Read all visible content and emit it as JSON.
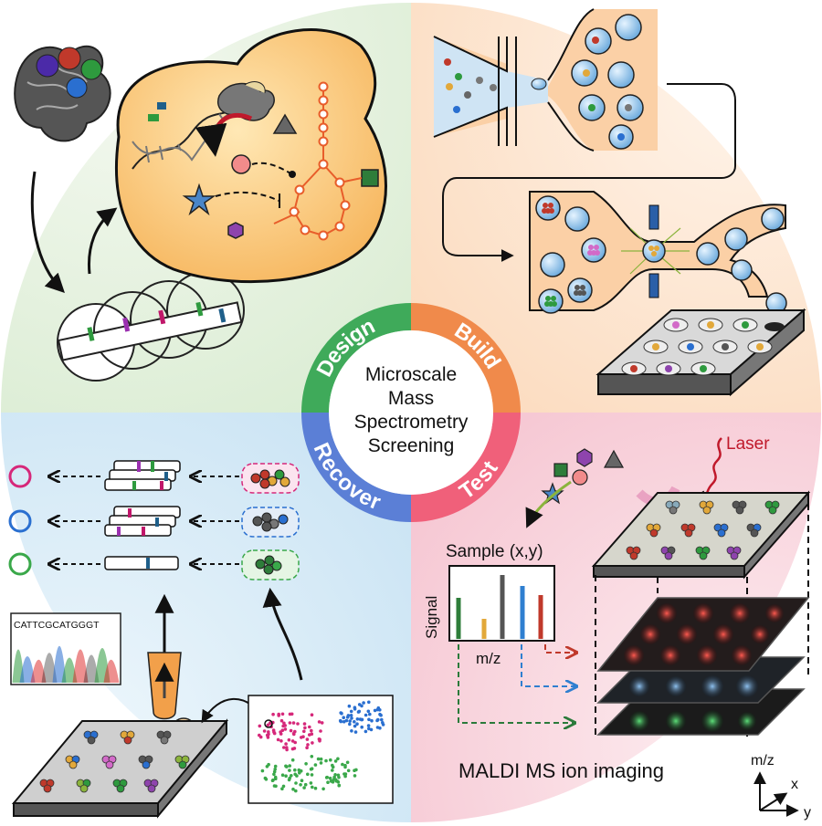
{
  "center": {
    "line1": "Microscale",
    "line2": "Mass",
    "line3": "Spectrometry",
    "line4": "Screening"
  },
  "ring": {
    "design": "Design",
    "build": "Build",
    "test": "Test",
    "recover": "Recover"
  },
  "test": {
    "laser": "Laser",
    "sample": "Sample (x,y)",
    "signal": "Signal",
    "mz": "m/z",
    "ion_imaging": "MALDI MS ion imaging",
    "axis_mz": "m/z",
    "axis_x": "x",
    "axis_y": "y"
  },
  "recover": {
    "sequence": "CATTCGCATGGGT"
  },
  "colors": {
    "design": "#3faa5a",
    "build": "#f08a4b",
    "test": "#f0607a",
    "recover": "#5b7fd6",
    "bg_design": "#e8f2e2",
    "bg_build": "#fde6d0",
    "bg_test": "#f8d4dc",
    "bg_recover": "#d8eaf6"
  }
}
